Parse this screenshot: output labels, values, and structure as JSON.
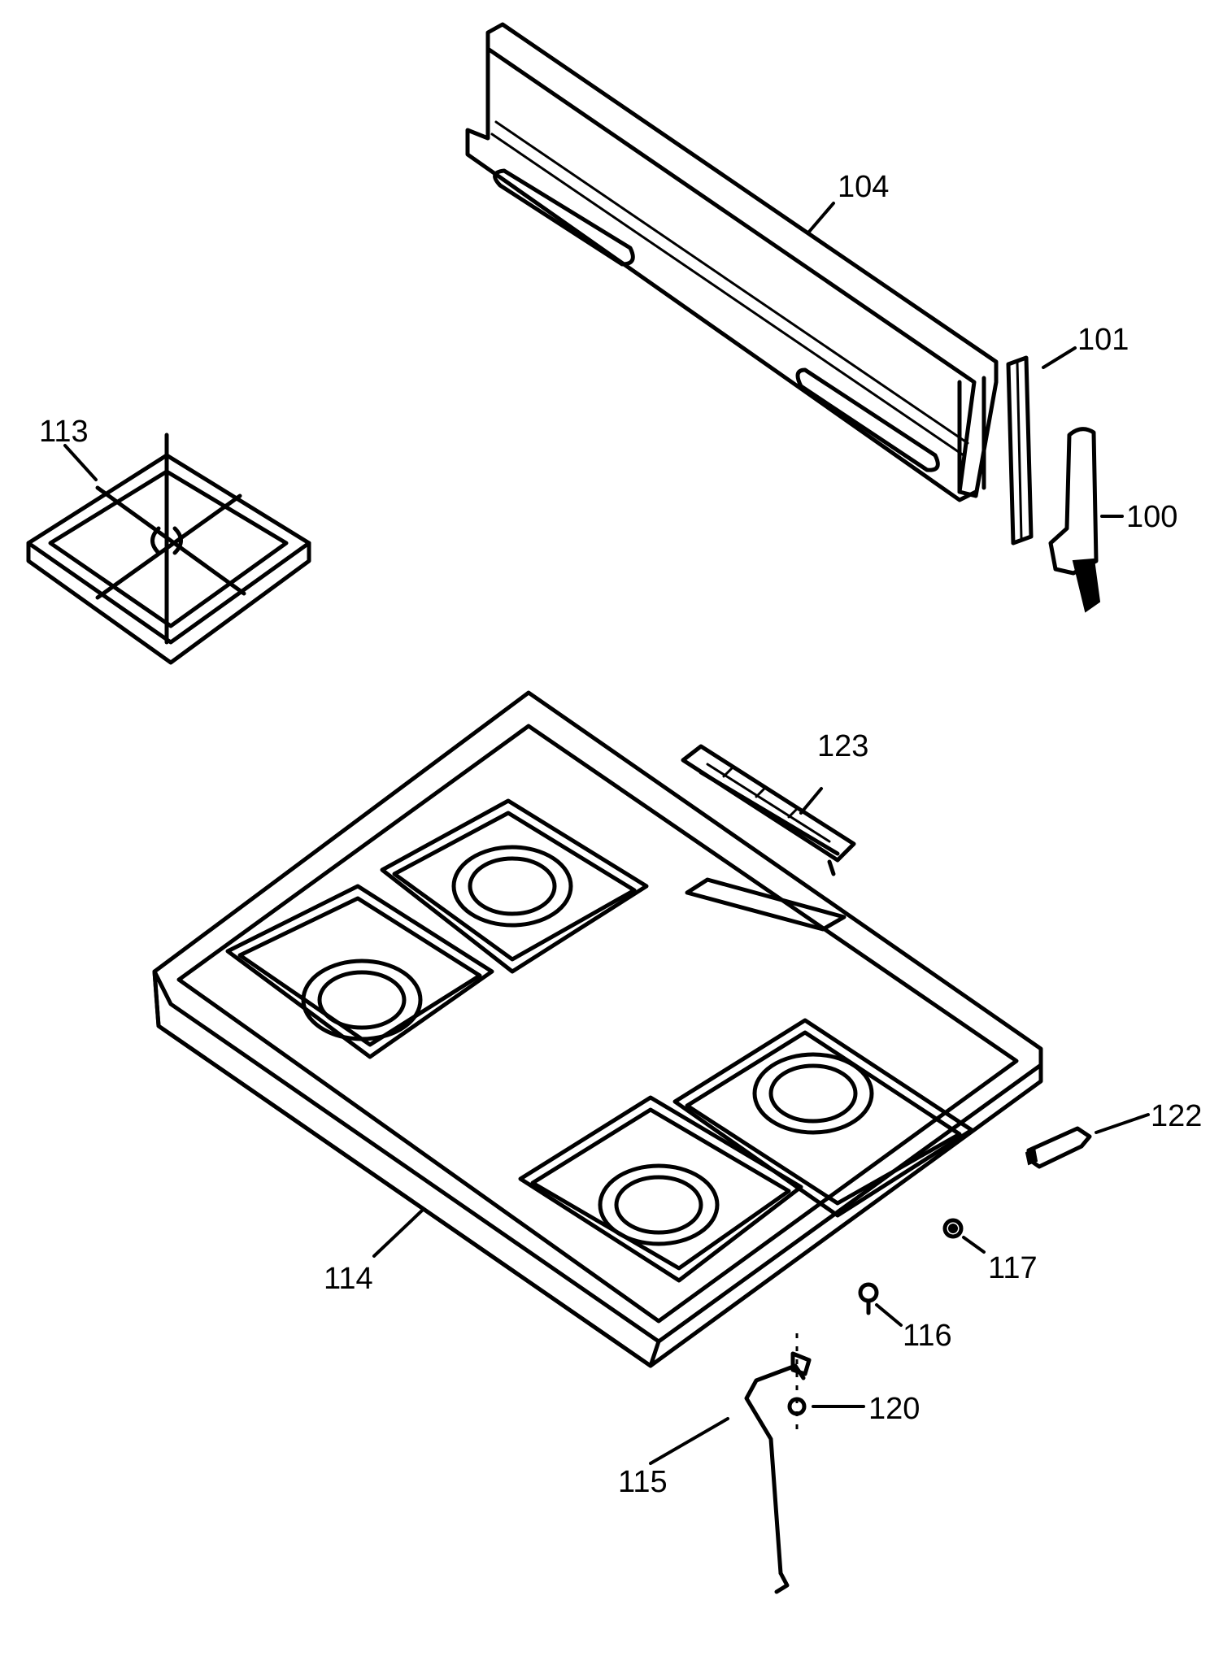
{
  "callouts": {
    "p100": "100",
    "p101": "101",
    "p104": "104",
    "p113": "113",
    "p114": "114",
    "p115": "115",
    "p116": "116",
    "p117": "117",
    "p120": "120",
    "p122": "122",
    "p123": "123"
  }
}
